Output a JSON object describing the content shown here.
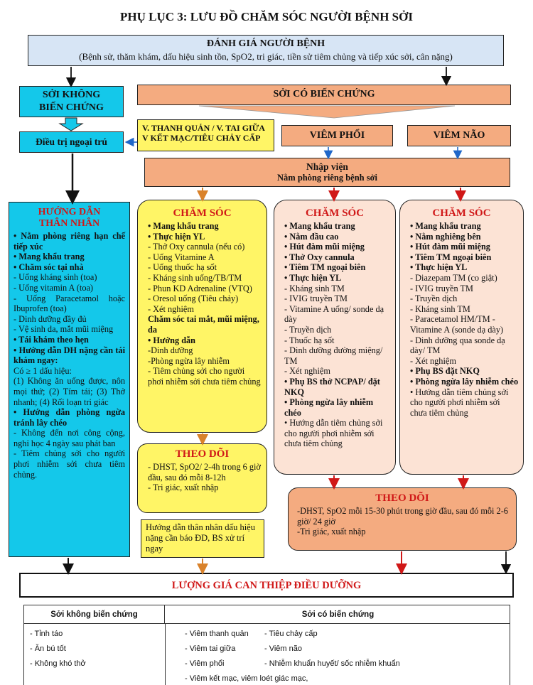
{
  "title": "PHỤ LỤC 3: LƯU ĐỒ CHĂM SÓC NGƯỜI BỆNH SỞI",
  "assessment": {
    "heading": "ĐÁNH GIÁ NGƯỜI BỆNH",
    "detail": "(Bệnh sử, thăm khám, dấu hiệu sinh tồn, SpO2, tri giác, tiền sử tiêm chủng và tiếp xúc sởi, cân nặng)"
  },
  "uncomplicated": {
    "label": "SỞI KHÔNG BIẾN CHỨNG",
    "outpatient": "Điều trị ngoại trú",
    "family_title": "HƯỚNG DẪN THÂN NHÂN",
    "family_items": [
      {
        "text": "• Nằm phòng riêng hạn chế tiếp xúc",
        "bold": true
      },
      {
        "text": "• Mang khẩu trang",
        "bold": true
      },
      {
        "text": "• Chăm sóc tại nhà",
        "bold": true
      },
      {
        "text": "- Uống kháng sinh (toa)",
        "bold": false
      },
      {
        "text": "- Uống vitamin A (toa)",
        "bold": false
      },
      {
        "text": "- Uống Paracetamol hoặc Ibuprofen (toa)",
        "bold": false
      },
      {
        "text": "- Dinh dưỡng đầy đủ",
        "bold": false
      },
      {
        "text": "- Vệ sinh da, mắt mũi miệng",
        "bold": false
      },
      {
        "text": "• Tái khám theo hẹn",
        "bold": true
      },
      {
        "text": "• Hướng dẫn DH nặng cần tái khám ngay:",
        "bold": true
      },
      {
        "text": "Có ≥ 1 dấu hiệu:",
        "bold": false
      },
      {
        "text": "(1) Không ăn uống được, nôn mọi thứ; (2) Tím tái; (3) Thở nhanh; (4) Rối loạn tri giác",
        "bold": false
      },
      {
        "text": "• Hướng dẫn phòng ngừa tránh lây chéo",
        "bold": true
      },
      {
        "text": "- Không đến nơi công cộng, nghỉ học 4 ngày sau phát ban",
        "bold": false
      },
      {
        "text": "- Tiêm chủng sởi cho người phơi nhiễm sởi chưa tiêm chủng.",
        "bold": false
      }
    ]
  },
  "complicated": {
    "label": "SỞI CÓ BIẾN CHỨNG",
    "branch_ent": "V. THANH QUẢN / V. TAI GIỮA V KẾT MẠC/TIÊU CHẢY CẤP",
    "branch_lung": "VIÊM PHỔI",
    "branch_brain": "VIÊM NÃO",
    "admit": "Nhập viện",
    "admit_sub": "Nằm phòng riêng bệnh sởi"
  },
  "care_ent": {
    "title": "CHĂM SÓC",
    "items": [
      {
        "text": "• Mang khẩu trang",
        "bold": true
      },
      {
        "text": "• Thực hiện YL",
        "bold": true
      },
      {
        "text": "- Thở Oxy cannula (nếu có)",
        "bold": false
      },
      {
        "text": "- Uống Vitamine A",
        "bold": false
      },
      {
        "text": "- Uống thuốc hạ sốt",
        "bold": false
      },
      {
        "text": "- Kháng sinh uống/TB/TM",
        "bold": false
      },
      {
        "text": "- Phun KD Adrenaline (VTQ)",
        "bold": false
      },
      {
        "text": "- Oresol uống (Tiêu chảy)",
        "bold": false
      },
      {
        "text": "- Xét nghiệm",
        "bold": false
      },
      {
        "text": "Chăm sóc tai mắt, mũi miệng, da",
        "bold": true
      },
      {
        "text": "• Hướng dẫn",
        "bold": true
      },
      {
        "text": "-Dinh dưỡng",
        "bold": false
      },
      {
        "text": "-Phòng ngừa lây nhiễm",
        "bold": false
      },
      {
        "text": "- Tiêm chủng sởi cho người phơi nhiễm sởi chưa tiêm chủng",
        "bold": false
      }
    ]
  },
  "monitor_ent": {
    "title": "THEO DÕI",
    "items": [
      {
        "text": "- DHST, SpO2/ 2-4h trong 6 giờ đầu, sau đó mỗi 8-12h",
        "bold": false
      },
      {
        "text": "- Tri giác, xuất nhập",
        "bold": false
      }
    ]
  },
  "family_ent": "Hướng dẫn thân nhân dấu hiệu nặng cần báo ĐD, BS xử trí ngay",
  "care_lung": {
    "title": "CHĂM SÓC",
    "items": [
      {
        "text": "• Mang khẩu trang",
        "bold": true
      },
      {
        "text": "• Nằm đầu cao",
        "bold": true
      },
      {
        "text": "• Hút đàm mũi miệng",
        "bold": true
      },
      {
        "text": "• Thở Oxy cannula",
        "bold": true
      },
      {
        "text": "• Tiêm TM ngoại biên",
        "bold": true
      },
      {
        "text": "• Thực hiện YL",
        "bold": true
      },
      {
        "text": "- Kháng sinh TM",
        "bold": false
      },
      {
        "text": "- IVIG truyền TM",
        "bold": false
      },
      {
        "text": "- Vitamine A uống/ sonde dạ dày",
        "bold": false
      },
      {
        "text": "- Truyền dịch",
        "bold": false
      },
      {
        "text": "- Thuốc hạ sốt",
        "bold": false
      },
      {
        "text": "- Dinh dưỡng đường miệng/ TM",
        "bold": false
      },
      {
        "text": "- Xét nghiệm",
        "bold": false
      },
      {
        "text": "• Phụ BS thở NCPAP/ đặt NKQ",
        "bold": true
      },
      {
        "text": "• Phòng ngừa lây nhiễm chéo",
        "bold": true
      },
      {
        "text": "• Hướng dẫn tiêm chủng sởi cho người phơi nhiễm sởi chưa tiêm chủng",
        "bold": false
      }
    ]
  },
  "care_brain": {
    "title": "CHĂM SÓC",
    "items": [
      {
        "text": "• Mang khẩu trang",
        "bold": true
      },
      {
        "text": "• Nằm nghiêng bên",
        "bold": true
      },
      {
        "text": "• Hút đàm mũi miệng",
        "bold": true
      },
      {
        "text": "• Tiêm TM ngoại biên",
        "bold": true
      },
      {
        "text": "• Thực hiện YL",
        "bold": true
      },
      {
        "text": "- Diazepam TM (co giật)",
        "bold": false
      },
      {
        "text": "- IVIG truyền TM",
        "bold": false
      },
      {
        "text": "- Truyền dịch",
        "bold": false
      },
      {
        "text": "- Kháng sinh TM",
        "bold": false
      },
      {
        "text": "- Paracetamol HM/TM - Vitamine A (sonde dạ dày)",
        "bold": false
      },
      {
        "text": "- Dinh dưỡng qua sonde dạ dày/ TM",
        "bold": false
      },
      {
        "text": "- Xét nghiệm",
        "bold": false
      },
      {
        "text": "• Phụ BS đặt NKQ",
        "bold": true
      },
      {
        "text": "• Phòng ngừa lây nhiễm chéo",
        "bold": true
      },
      {
        "text": "• Hướng dẫn tiêm chủng sởi cho người phơi nhiễm sởi chưa tiêm chủng",
        "bold": false
      }
    ]
  },
  "monitor_severe": {
    "title": "THEO DÕI",
    "items": [
      {
        "text": "-DHST, SpO2 mỗi 15-30 phút trong giờ đầu, sau đó mỗi 2-6 giờ/ 24 giờ",
        "bold": false
      },
      {
        "text": "-Tri giác, xuất nhập",
        "bold": false
      }
    ]
  },
  "evaluation": {
    "title": "LƯỢNG GIÁ CAN THIỆP ĐIỀU DƯỠNG",
    "col_left": "Sởi không biến chứng",
    "col_right": "Sởi có biến chứng",
    "left_items": [
      "- Tỉnh táo",
      "- Ăn bú tốt",
      "- Không khó thở"
    ],
    "right_rows": [
      [
        "- Viêm thanh quản",
        "- Tiêu chảy cấp"
      ],
      [
        "- Viêm tai giữa",
        "- Viêm não"
      ],
      [
        "- Viêm phổi",
        "- Nhiễm khuẩn huyết/ sốc nhiễm khuẩn"
      ],
      [
        "- Viêm kết mạc, viêm loét giác mạc,",
        ""
      ]
    ]
  },
  "colors": {
    "cyan": "#14c8ea",
    "orange": "#f4ab80",
    "yellow": "#fff566",
    "peach": "#fce3d5",
    "red": "#d01818",
    "arrow_orange": "#d9822b",
    "arrow_blue": "#1f67c9"
  }
}
